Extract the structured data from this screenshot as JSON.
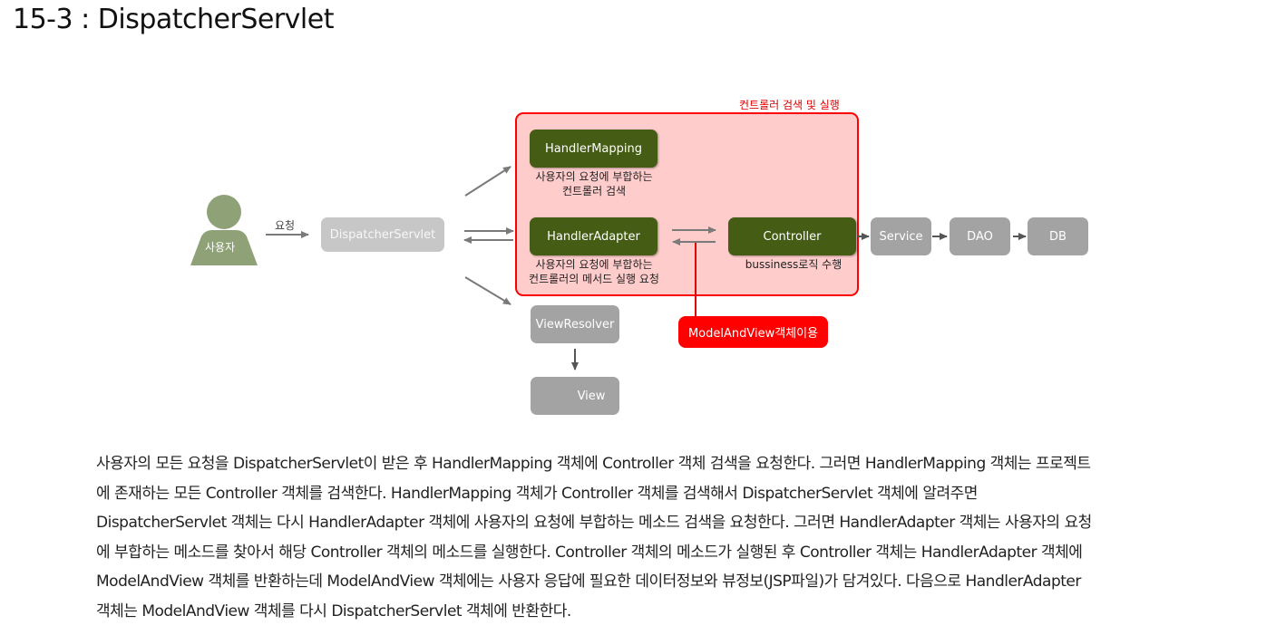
{
  "page": {
    "title": "15-3 : DispatcherServlet"
  },
  "diagram": {
    "region_label": "컨트롤러 검색 및 실행",
    "actor_label": "사용자",
    "request_label": "요청",
    "dispatcher": "DispatcherServlet",
    "handler_mapping": "HandlerMapping",
    "handler_mapping_caption": [
      "사용자의 요청에 부합하는",
      "컨트롤러 검색"
    ],
    "handler_adapter": "HandlerAdapter",
    "handler_adapter_caption": [
      "사용자의 요청에 부합하는",
      "컨트롤러의 메서드 실행 요청"
    ],
    "controller": "Controller",
    "controller_caption": "bussiness로직 수행",
    "service": "Service",
    "dao": "DAO",
    "db": "DB",
    "model_and_view": "ModelAndView객체이용",
    "view_resolver": "ViewResolver",
    "view": "View",
    "colors": {
      "green_node": "#445c14",
      "gray_node": "#a3a3a3",
      "region_fill": "#ffcccc",
      "region_border": "#ff0000",
      "actor": "#8fa277"
    }
  },
  "body": {
    "lines": [
      "사용자의 모든 요청을 DispatcherServlet이 받은 후 HandlerMapping 객체에 Controller 객체 검색을 요청한다. 그러면 HandlerMapping 객체는 프로젝트",
      "에 존재하는 모든 Controller 객체를 검색한다. HandlerMapping 객체가 Controller 객체를 검색해서 DispatcherServlet 객체에 알려주면",
      "DispatcherServlet 객체는 다시 HandlerAdapter 객체에 사용자의 요청에 부합하는 메소드 검색을 요청한다. 그러면 HandlerAdapter 객체는 사용자의 요청",
      "에 부합하는 메소드를 찾아서 해당 Controller 객체의 메소드를 실행한다. Controller 객체의 메소드가 실행된 후 Controller 객체는 HandlerAdapter 객체에",
      "ModelAndView 객체를 반환하는데 ModelAndView 객체에는 사용자 응답에 필요한 데이터정보와 뷰정보(JSP파일)가 담겨있다. 다음으로 HandlerAdapter",
      "객체는 ModelAndView 객체를 다시 DispatcherServlet 객체에 반환한다."
    ]
  }
}
